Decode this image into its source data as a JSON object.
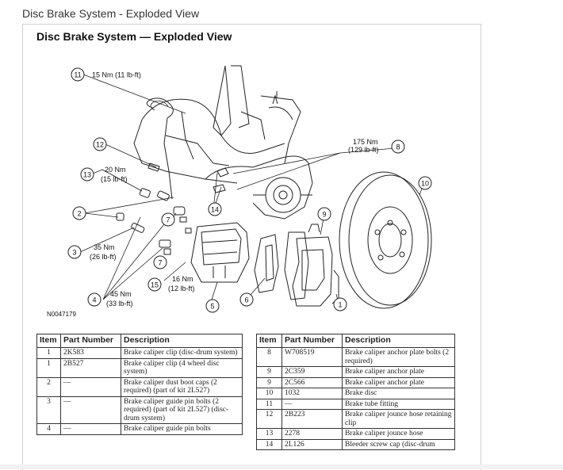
{
  "page": {
    "title": "Disc Brake System - Exploded View"
  },
  "panel": {
    "title": "Disc Brake System — Exploded View"
  },
  "diagram": {
    "figure_id": "N0047179",
    "callouts": {
      "c11": {
        "num": "11",
        "spec": "15 Nm (11 lb-ft)"
      },
      "c12": {
        "num": "12"
      },
      "c13": {
        "num": "13",
        "spec1": "20 Nm",
        "spec2": "(15 lb-ft)"
      },
      "c8": {
        "num": "8",
        "spec1": "175 Nm",
        "spec2": "(129 lb-ft)"
      },
      "c10": {
        "num": "10"
      },
      "c2": {
        "num": "2"
      },
      "c14": {
        "num": "14"
      },
      "c9": {
        "num": "9"
      },
      "c7a": {
        "num": "7"
      },
      "c7b": {
        "num": "7"
      },
      "c3": {
        "num": "3",
        "spec1": "35 Nm",
        "spec2": "(26 lb-ft)"
      },
      "c15": {
        "num": "15",
        "spec1": "16 Nm",
        "spec2": "(12 lb-ft)"
      },
      "c4": {
        "num": "4",
        "spec1": "45 Nm",
        "spec2": "(33 lb-ft)"
      },
      "c5": {
        "num": "5"
      },
      "c6": {
        "num": "6"
      },
      "c1": {
        "num": "1"
      }
    }
  },
  "tables": {
    "headers": {
      "item": "Item",
      "part_number": "Part Number",
      "description": "Description"
    },
    "left": [
      {
        "item": "1",
        "part": "2K583",
        "desc": "Brake caliper clip (disc-drum system)"
      },
      {
        "item": "1",
        "part": "2B527",
        "desc": "Brake caliper clip (4 wheel disc system)"
      },
      {
        "item": "2",
        "part": "—",
        "desc": "Brake caliper dust boot caps (2 required) (part of kit 2L527)"
      },
      {
        "item": "3",
        "part": "—",
        "desc": "Brake caliper guide pin bolts (2 required) (part of kit 2L527) (disc-drum system)"
      },
      {
        "item": "4",
        "part": "—",
        "desc": "Brake caliper guide pin bolts"
      }
    ],
    "right": [
      {
        "item": "8",
        "part": "W708519",
        "desc": "Brake caliper anchor plate bolts (2 required)"
      },
      {
        "item": "9",
        "part": "2C359",
        "desc": "Brake caliper anchor plate"
      },
      {
        "item": "9",
        "part": "2C566",
        "desc": "Brake caliper anchor plate"
      },
      {
        "item": "10",
        "part": "1032",
        "desc": "Brake disc"
      },
      {
        "item": "11",
        "part": "—",
        "desc": "Brake tube fitting"
      },
      {
        "item": "12",
        "part": "2B223",
        "desc": "Brake caliper jounce hose retaining clip"
      },
      {
        "item": "13",
        "part": "2278",
        "desc": "Brake caliper jounce hose"
      },
      {
        "item": "14",
        "part": "2L126",
        "desc": "Bleeder screw cap (disc-drum"
      }
    ]
  }
}
